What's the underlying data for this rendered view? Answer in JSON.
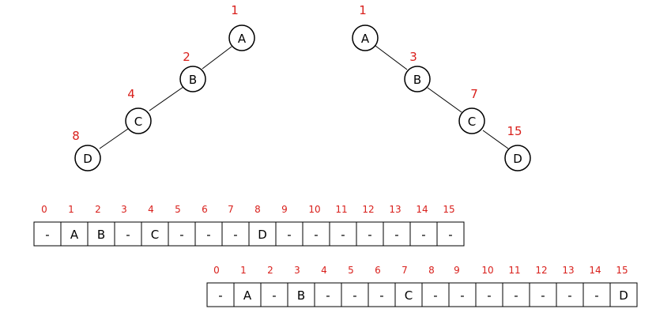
{
  "colors": {
    "index": "#d9201c",
    "stroke": "#000000"
  },
  "trees": [
    {
      "nodes": [
        {
          "label": "A",
          "index": "1"
        },
        {
          "label": "B",
          "index": "2"
        },
        {
          "label": "C",
          "index": "4"
        },
        {
          "label": "D",
          "index": "8"
        }
      ]
    },
    {
      "nodes": [
        {
          "label": "A",
          "index": "1"
        },
        {
          "label": "B",
          "index": "3"
        },
        {
          "label": "C",
          "index": "7"
        },
        {
          "label": "D",
          "index": "15"
        }
      ]
    }
  ],
  "arrays": [
    {
      "indices": [
        "0",
        "1",
        "2",
        "3",
        "4",
        "5",
        "6",
        "7",
        "8",
        "9",
        "10",
        "11",
        "12",
        "13",
        "14",
        "15"
      ],
      "cells": [
        "-",
        "A",
        "B",
        "-",
        "C",
        "-",
        "-",
        "-",
        "D",
        "-",
        "-",
        "-",
        "-",
        "-",
        "-",
        "-"
      ]
    },
    {
      "indices": [
        "0",
        "1",
        "2",
        "3",
        "4",
        "5",
        "6",
        "7",
        "8",
        "9",
        "10",
        "11",
        "12",
        "13",
        "14",
        "15"
      ],
      "cells": [
        "-",
        "A",
        "-",
        "B",
        "-",
        "-",
        "-",
        "C",
        "-",
        "-",
        "-",
        "-",
        "-",
        "-",
        "-",
        "D"
      ]
    }
  ]
}
